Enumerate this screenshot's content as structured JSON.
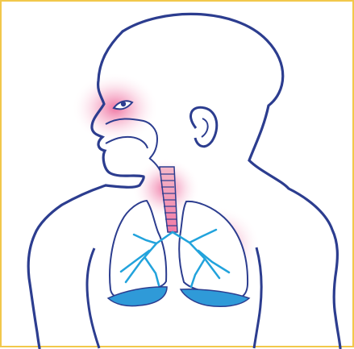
{
  "colors": {
    "frame": "#f2c84b",
    "outline": "#2c3d8f",
    "airway": "#c43c8c",
    "bronchi": "#22a3dc",
    "diaphragm": "#2f9ad8",
    "inflammation": "#e9417f"
  },
  "illustration": {
    "icon": "child-respiratory-system-illustration",
    "highlighted_regions": [
      "nose-sinus",
      "throat-trachea",
      "left-lung"
    ]
  }
}
